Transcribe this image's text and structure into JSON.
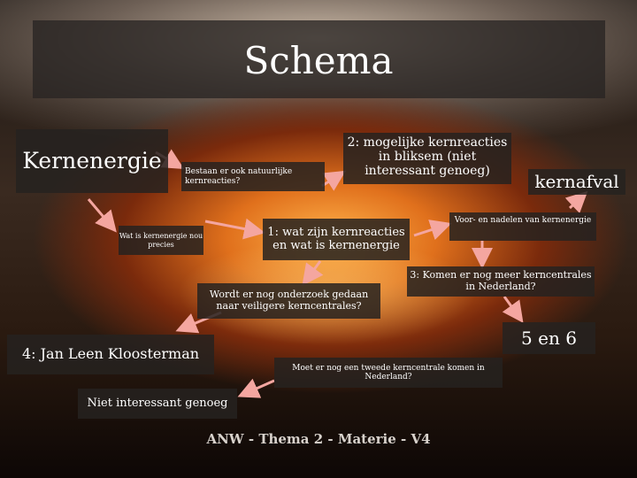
{
  "slide": {
    "title": "Schema",
    "footer": "ANW - Thema 2 - Materie - V4"
  },
  "nodes": {
    "kernenergie": "Kernenergie",
    "natuurlijk": "Bestaan er ook natuurlijke kernreacties?",
    "bliksem": "2: mogelijke kernreacties in bliksem (niet interessant genoeg)",
    "kernafval": "kernafval",
    "wat_is": "Wat is kernenergie nou precies",
    "wat_zijn": "1: wat zijn kernreacties en wat is kernenergie",
    "voor_nadelen": "Voor- en nadelen van kernenergie",
    "onderzoek": "Wordt er nog onderzoek gedaan naar veiligere kerncentrales?",
    "meer_kerncentrales": "3: Komen er nog meer kerncentrales in Nederland?",
    "vijf_zes": "5 en 6",
    "jan_leen": "4: Jan Leen Kloosterman",
    "tweede_kerncentrale": "Moet er nog een tweede kerncentrale komen in Nederland?",
    "niet_interessant": "Niet interessant genoeg"
  },
  "colors": {
    "arrow": "#f4a6a0",
    "box": "#262220"
  }
}
